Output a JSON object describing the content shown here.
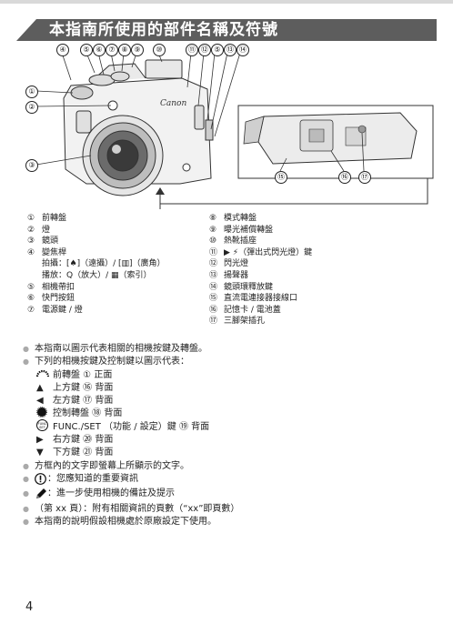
{
  "header": {
    "title": "本指南所使用的部件名稱及符號"
  },
  "figure": {
    "callouts_top": [
      "④",
      "⑤",
      "⑥",
      "⑦",
      "⑧",
      "⑨",
      "⑩",
      "⑪",
      "⑫",
      "⑤",
      "⑬",
      "⑭"
    ],
    "callouts_left": [
      "①",
      "②",
      "③"
    ],
    "callouts_bottom": [
      "⑮",
      "⑯",
      "⑰"
    ],
    "brand": "Canon"
  },
  "legend": {
    "left": [
      {
        "num": "①",
        "text": "前轉盤"
      },
      {
        "num": "②",
        "text": "燈"
      },
      {
        "num": "③",
        "text": "鏡頭"
      },
      {
        "num": "④",
        "text": "變焦桿"
      },
      {
        "num": "",
        "text": "拍攝：[♠]（遠攝）/ [▥]（廣角）"
      },
      {
        "num": "",
        "text": "播放：Q（放大）/ ▦（索引）"
      },
      {
        "num": "⑤",
        "text": "相機帶扣"
      },
      {
        "num": "⑥",
        "text": "快門按鈕"
      },
      {
        "num": "⑦",
        "text": "電源鍵 / 燈"
      }
    ],
    "right": [
      {
        "num": "⑧",
        "text": "模式轉盤"
      },
      {
        "num": "⑨",
        "text": "曝光補償轉盤"
      },
      {
        "num": "⑩",
        "text": "熱靴插座"
      },
      {
        "num": "⑪",
        "text": "▶ ⚡（彈出式閃光燈）鍵"
      },
      {
        "num": "⑫",
        "text": "閃光燈"
      },
      {
        "num": "⑬",
        "text": "揚聲器"
      },
      {
        "num": "⑭",
        "text": "鏡頭環釋放鍵"
      },
      {
        "num": "⑮",
        "text": "直流電連接器接線口"
      },
      {
        "num": "⑯",
        "text": "記憶卡 / 電池蓋"
      },
      {
        "num": "⑰",
        "text": "三腳架插孔"
      }
    ]
  },
  "notes": {
    "bullet1": "本指南以圖示代表相關的相機按鍵及轉盤。",
    "bullet2": "下列的相機按鍵及控制鍵以圖示代表：",
    "keys": [
      {
        "icon": "前轉盤",
        "text": "前轉盤 ① 正面"
      },
      {
        "icon": "▲",
        "text": "上方鍵 ⑯ 背面"
      },
      {
        "icon": "◀",
        "text": "左方鍵 ⑰ 背面"
      },
      {
        "icon": "●",
        "text": "控制轉盤 ⑱ 背面"
      },
      {
        "icon": "FUNC",
        "text": "FUNC./SET （功能 / 設定）鍵 ⑲ 背面"
      },
      {
        "icon": "▶",
        "text": "右方鍵 ⑳ 背面"
      },
      {
        "icon": "▼",
        "text": "下方鍵 ㉑ 背面"
      }
    ],
    "bullet3": "方框內的文字即螢幕上所顯示的文字。",
    "bullet4": "：您應知道的重要資訊",
    "bullet5": "：進一步使用相機的備註及提示",
    "bullet6": "（第 xx 頁）：附有相關資訊的頁數（“xx”即頁數）",
    "bullet7": "本指南的說明假設相機處於原廠設定下使用。"
  },
  "footer": {
    "page_number": "4"
  }
}
